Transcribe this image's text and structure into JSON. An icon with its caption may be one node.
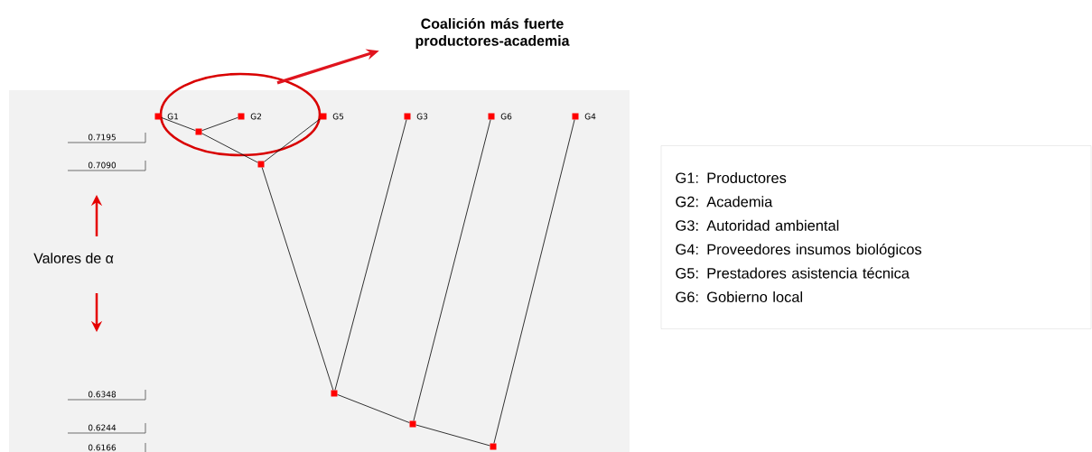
{
  "diagram": {
    "nodes": [
      {
        "text": [
          "Coalición más fuerte productores-academia"
        ]
      },
      {
        "text": [],
        "shape": "box",
        "beside": [
          "G1"
        ]
      },
      {
        "text": [],
        "shape": "box",
        "beside": [
          "G2"
        ]
      },
      {
        "text": [],
        "shape": "box",
        "beside": [
          "G5"
        ]
      },
      {
        "text": [],
        "shape": "box",
        "beside": [
          "G3"
        ]
      },
      {
        "text": [],
        "shape": "box",
        "beside": [
          "G6"
        ]
      },
      {
        "text": [],
        "shape": "box",
        "beside": [
          "G4"
        ]
      },
      {
        "text": [],
        "shape": "box"
      },
      {
        "text": [],
        "shape": "box"
      },
      {
        "text": [],
        "shape": "box"
      },
      {
        "text": [],
        "shape": "box"
      },
      {
        "text": [],
        "shape": "box"
      },
      {
        "text": [
          "G1: Productores",
          "G2: Academia",
          "G3: Autoridad ambiental",
          "G4: Proveedores insumos biológicos",
          "G5: Prestadores asistencia técnica",
          "G6: Gobierno local"
        ]
      }
    ],
    "edges": [
      {
        "from": null,
        "to": 0,
        "arrow": "to",
        "style": "thick",
        "color": "#e0141e"
      },
      {
        "from": 1,
        "to": 7,
        "arrow": "none"
      },
      {
        "from": 2,
        "to": 7,
        "arrow": "none"
      },
      {
        "from": 7,
        "to": 8,
        "arrow": "none"
      },
      {
        "from": 3,
        "to": 8,
        "arrow": "none"
      },
      {
        "from": 8,
        "to": 9,
        "arrow": "none"
      },
      {
        "from": 4,
        "to": 9,
        "arrow": "none"
      },
      {
        "from": 9,
        "to": 10,
        "arrow": "none"
      },
      {
        "from": 5,
        "to": 10,
        "arrow": "none"
      },
      {
        "from": 10,
        "to": 11,
        "arrow": "none"
      },
      {
        "from": 6,
        "to": 11,
        "arrow": "none"
      }
    ],
    "labels": [
      "0.7195",
      "0.7090",
      "Valores de α",
      "0.6348",
      "0.6244",
      "0.6166"
    ]
  }
}
